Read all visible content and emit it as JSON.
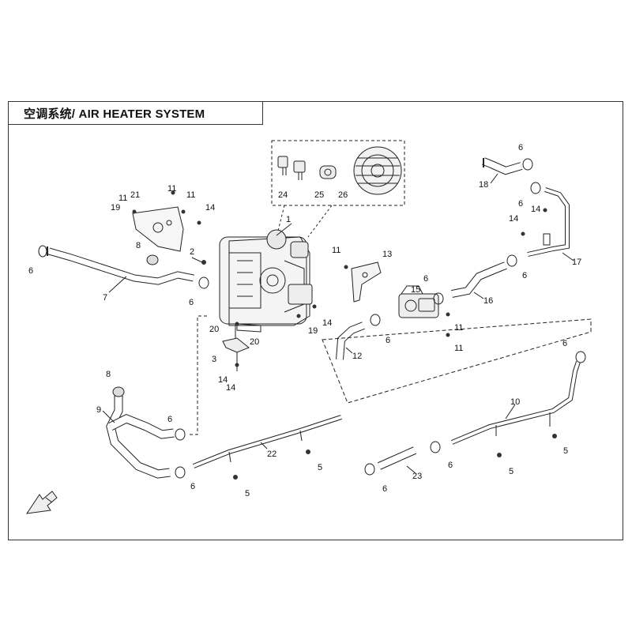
{
  "title": "空调系统/ AIR HEATER SYSTEM",
  "callouts": {
    "c1": "1",
    "c2": "2",
    "c3": "3",
    "c5a": "5",
    "c5b": "5",
    "c5c": "5",
    "c5d": "5",
    "c6a": "6",
    "c6b": "6",
    "c6c": "6",
    "c6d": "6",
    "c6e": "6",
    "c6f": "6",
    "c6g": "6",
    "c6h": "6",
    "c6i": "6",
    "c6j": "6",
    "c6k": "6",
    "c7": "7",
    "c8a": "8",
    "c8b": "8",
    "c9": "9",
    "c10": "10",
    "c11a": "11",
    "c11b": "11",
    "c11c": "11",
    "c11d": "11",
    "c11e": "11",
    "c12": "12",
    "c13": "13",
    "c14a": "14",
    "c14b": "14",
    "c14c": "14",
    "c14d": "14",
    "c14e": "14",
    "c15": "15",
    "c16": "16",
    "c17": "17",
    "c18": "18",
    "c19a": "19",
    "c19b": "19",
    "c20a": "20",
    "c20b": "20",
    "c21": "21",
    "c22": "22",
    "c23": "23",
    "c24": "24",
    "c25": "25",
    "c26": "26"
  },
  "icons": {
    "orientation": "direction-arrow-icon"
  }
}
